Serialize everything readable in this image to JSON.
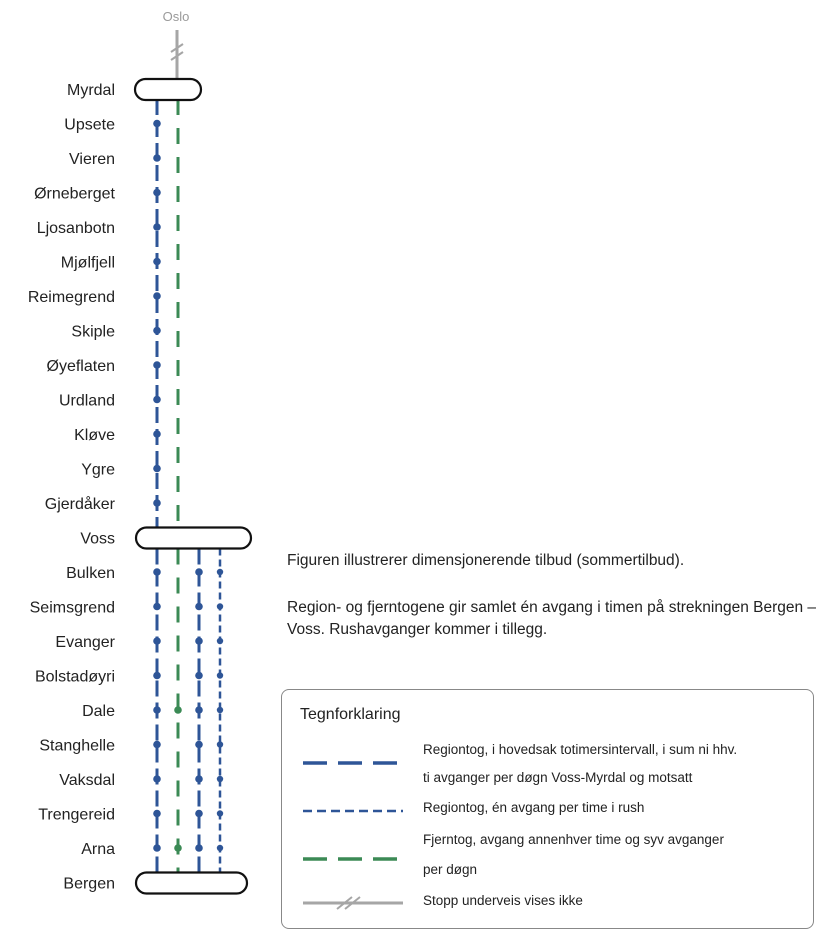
{
  "top_label": "Oslo",
  "stations": [
    "Myrdal",
    "Upsete",
    "Vieren",
    "Ørneberget",
    "Ljosanbotn",
    "Mjølfjell",
    "Reimegrend",
    "Skiple",
    "Øyeflaten",
    "Urdland",
    "Kløve",
    "Ygre",
    "Gjerdåker",
    "Voss",
    "Bulken",
    "Seimsgrend",
    "Evanger",
    "Bolstadøyri",
    "Dale",
    "Stanghelle",
    "Vaksdal",
    "Trengereid",
    "Arna",
    "Bergen"
  ],
  "description": {
    "line1": "Figuren illustrerer dimensjonerende tilbud (sommertilbud).",
    "line2": "Region- og fjerntogene gir samlet én avgang i timen på strekningen Bergen – Voss. Rushavganger kommer i tillegg."
  },
  "legend": {
    "title": "Tegnforklaring",
    "items": [
      {
        "id": "region-2h",
        "line1": "Regiontog, i hovedsak totimersintervall, i sum ni hhv.",
        "line2": "ti avganger per døgn Voss-Myrdal og motsatt",
        "color": "#2e5597"
      },
      {
        "id": "region-rush",
        "line1": "Regiontog, én avgang per time i rush",
        "color": "#2e5597"
      },
      {
        "id": "long-distance",
        "line1": "Fjerntog, avgang annenhver time og syv avganger",
        "line2": "per døgn",
        "color": "#3b8a55"
      },
      {
        "id": "not-shown",
        "line1": "Stopp underveis vises ikke",
        "color": "#a6a6a6"
      }
    ]
  },
  "colors": {
    "region": "#2e5597",
    "long_distance": "#3b8a55",
    "grey": "#a6a6a6",
    "hub_outline": "#111111"
  },
  "stops": {
    "region_2h": "all stations",
    "region_rush": "Voss–Bergen",
    "long_distance_stops": [
      "Myrdal",
      "Voss",
      "Dale",
      "Arna",
      "Bergen"
    ]
  }
}
